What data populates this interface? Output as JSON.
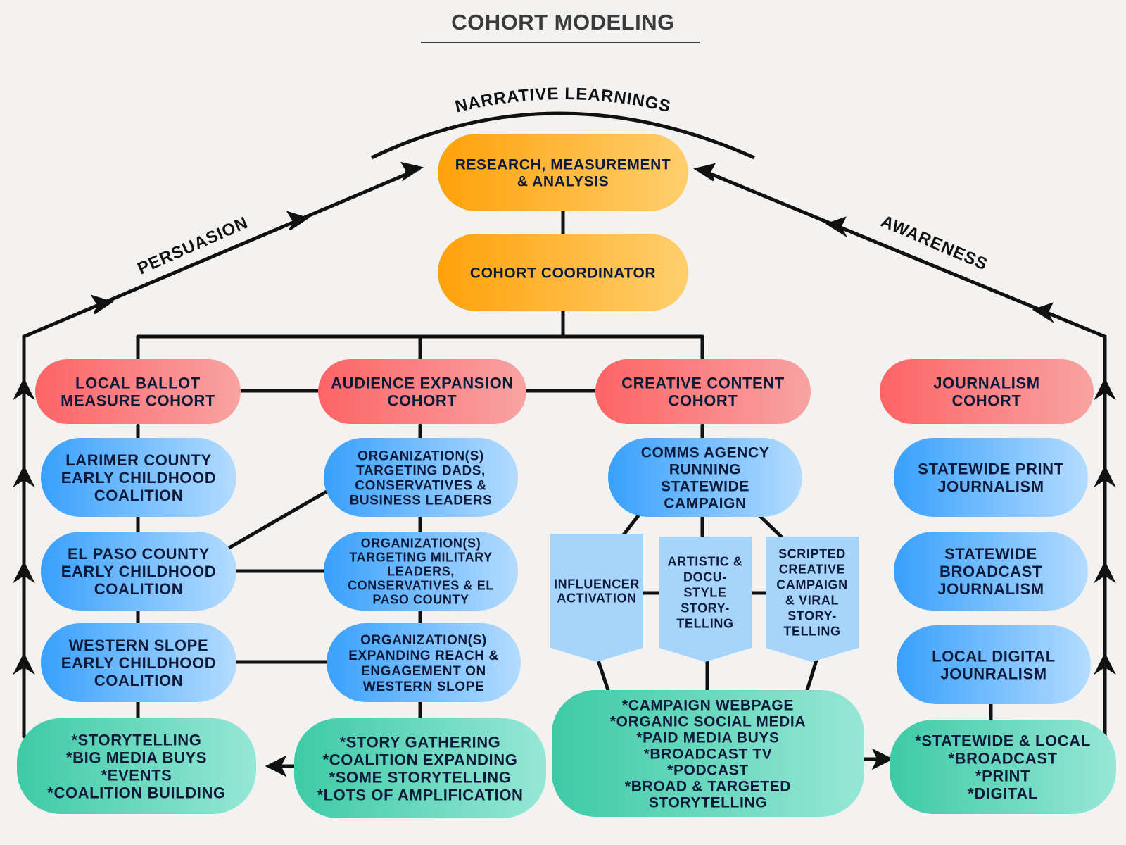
{
  "title": "COHORT MODELING",
  "arc_label": "NARRATIVE LEARNINGS",
  "left_flow_label": "PERSUASION",
  "right_flow_label": "AWARENESS",
  "colors": {
    "orange": [
      "#ffa10a",
      "#ffcf6e"
    ],
    "red": [
      "#fd6466",
      "#f8a3a3"
    ],
    "blue": [
      "#38a0fc",
      "#b4dcff"
    ],
    "green": [
      "#3ecaa6",
      "#97e7d7"
    ],
    "tag": "#a6d4fb",
    "line": "#111111"
  },
  "nodes": {
    "research": [
      "RESEARCH, MEASUREMENT",
      "& ANALYSIS"
    ],
    "coordinator": [
      "COHORT COORDINATOR"
    ],
    "local_ballot": [
      "LOCAL BALLOT",
      "MEASURE COHORT"
    ],
    "audience_expansion": [
      "AUDIENCE EXPANSION",
      "COHORT"
    ],
    "creative_content": [
      "CREATIVE CONTENT",
      "COHORT"
    ],
    "journalism": [
      "JOURNALISM",
      "COHORT"
    ],
    "larimer": [
      "LARIMER COUNTY",
      "EARLY CHILDHOOD",
      "COALITION"
    ],
    "el_paso": [
      "EL PASO COUNTY",
      "EARLY CHILDHOOD",
      "COALITION"
    ],
    "western_slope": [
      "WESTERN SLOPE",
      "EARLY CHILDHOOD",
      "COALITION"
    ],
    "org_dads": [
      "ORGANIZATION(S)",
      "TARGETING DADS,",
      "CONSERVATIVES &",
      "BUSINESS LEADERS"
    ],
    "org_military": [
      "ORGANIZATION(S)",
      "TARGETING MILITARY",
      "LEADERS,",
      "CONSERVATIVES & EL",
      "PASO COUNTY"
    ],
    "org_western": [
      "ORGANIZATION(S)",
      "EXPANDING REACH &",
      "ENGAGEMENT ON",
      "WESTERN SLOPE"
    ],
    "comms_agency": [
      "COMMS AGENCY",
      "RUNNING",
      "STATEWIDE",
      "CAMPAIGN"
    ],
    "influencer": [
      "INFLUENCER",
      "ACTIVATION"
    ],
    "artistic": [
      "ARTISTIC &",
      "DOCU-",
      "STYLE",
      "STORY-",
      "TELLING"
    ],
    "scripted": [
      "SCRIPTED",
      "CREATIVE",
      "CAMPAIGN",
      "& VIRAL",
      "STORY-",
      "TELLING"
    ],
    "statewide_print": [
      "STATEWIDE PRINT",
      "JOURNALISM"
    ],
    "statewide_broadcast": [
      "STATEWIDE",
      "BROADCAST",
      "JOURNALISM"
    ],
    "local_digital": [
      "LOCAL DIGITAL",
      "JOUNRALISM"
    ],
    "out_ballot": [
      "*STORYTELLING",
      "*BIG MEDIA BUYS",
      "*EVENTS",
      "*COALITION BUILDING"
    ],
    "out_audience": [
      "*STORY GATHERING",
      "*COALITION EXPANDING",
      "*SOME STORYTELLING",
      "*LOTS OF AMPLIFICATION"
    ],
    "out_creative": [
      "*CAMPAIGN WEBPAGE",
      "*ORGANIC SOCIAL MEDIA",
      "*PAID MEDIA BUYS",
      "*BROADCAST TV",
      "*PODCAST",
      "*BROAD & TARGETED",
      "STORYTELLING"
    ],
    "out_journalism": [
      "*STATEWIDE & LOCAL",
      "*BROADCAST",
      "*PRINT",
      "*DIGITAL"
    ]
  }
}
